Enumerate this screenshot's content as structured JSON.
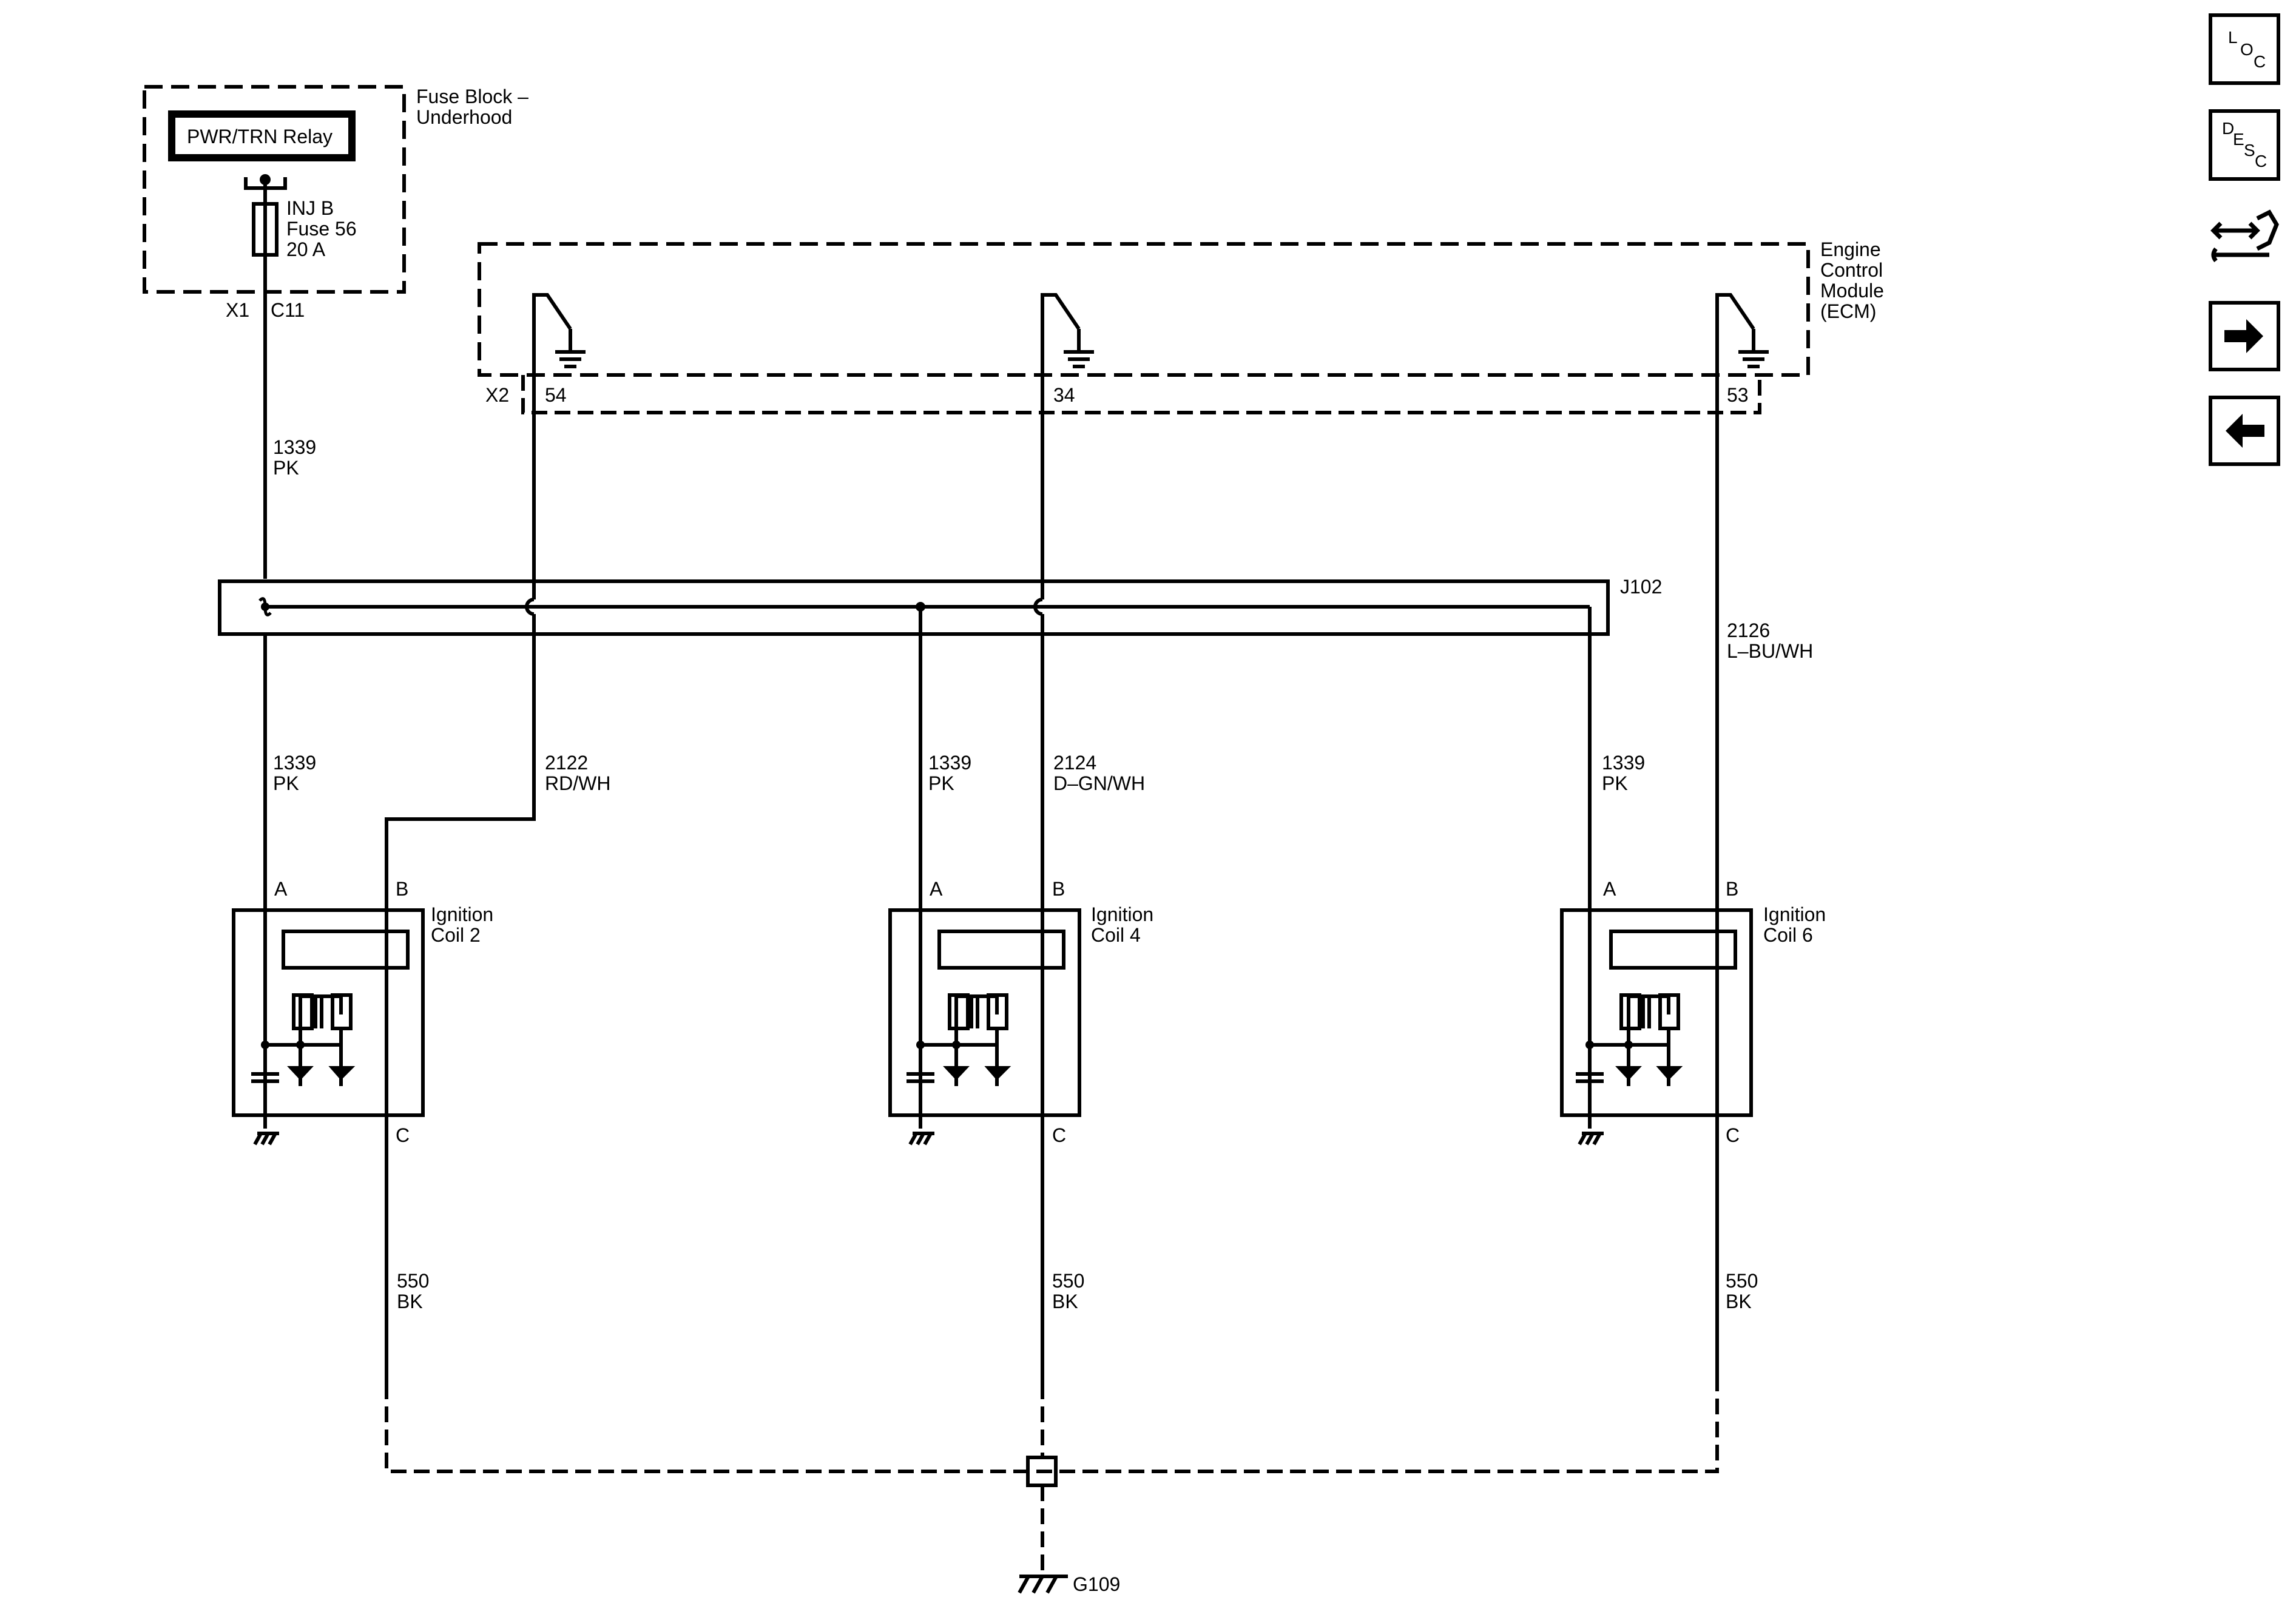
{
  "fuse_block": {
    "title_line1": "Fuse Block –",
    "title_line2": "Underhood",
    "relay_label": "PWR/TRN Relay",
    "fuse_line1": "INJ B",
    "fuse_line2": "Fuse 56",
    "fuse_line3": "20 A",
    "connector": "X1",
    "pin": "C11"
  },
  "ecm": {
    "title_line1": "Engine",
    "title_line2": "Control",
    "title_line3": "Module",
    "title_line4": "(ECM)",
    "connector": "X2",
    "pins": [
      "54",
      "34",
      "53"
    ]
  },
  "splice": {
    "label": "J102"
  },
  "wires": {
    "w1339_top": {
      "circuit": "1339",
      "color": "PK"
    },
    "w2126": {
      "circuit": "2126",
      "color": "L–BU/WH"
    },
    "w1339_c2": {
      "circuit": "1339",
      "color": "PK"
    },
    "w2122": {
      "circuit": "2122",
      "color": "RD/WH"
    },
    "w1339_c4": {
      "circuit": "1339",
      "color": "PK"
    },
    "w2124": {
      "circuit": "2124",
      "color": "D–GN/WH"
    },
    "w1339_c6": {
      "circuit": "1339",
      "color": "PK"
    },
    "w550_c2": {
      "circuit": "550",
      "color": "BK"
    },
    "w550_c4": {
      "circuit": "550",
      "color": "BK"
    },
    "w550_c6": {
      "circuit": "550",
      "color": "BK"
    }
  },
  "coils": [
    {
      "line1": "Ignition",
      "line2": "Coil 2",
      "pin_a": "A",
      "pin_b": "B",
      "pin_c": "C"
    },
    {
      "line1": "Ignition",
      "line2": "Coil 4",
      "pin_a": "A",
      "pin_b": "B",
      "pin_c": "C"
    },
    {
      "line1": "Ignition",
      "line2": "Coil 6",
      "pin_a": "A",
      "pin_b": "B",
      "pin_c": "C"
    }
  ],
  "ground": {
    "label": "G109"
  },
  "nav": {
    "loc": {
      "l1": "L",
      "l2": "O",
      "l3": "C",
      "icon": "loc-icon"
    },
    "desc": {
      "l1": "D",
      "l2": "E",
      "l3": "S",
      "l4": "C",
      "icon": "desc-icon"
    },
    "connector_icon": "connector-repair-icon",
    "next_icon": "arrow-right-icon",
    "prev_icon": "arrow-left-icon"
  },
  "colors": {
    "line": "#000000",
    "background": "#ffffff"
  }
}
